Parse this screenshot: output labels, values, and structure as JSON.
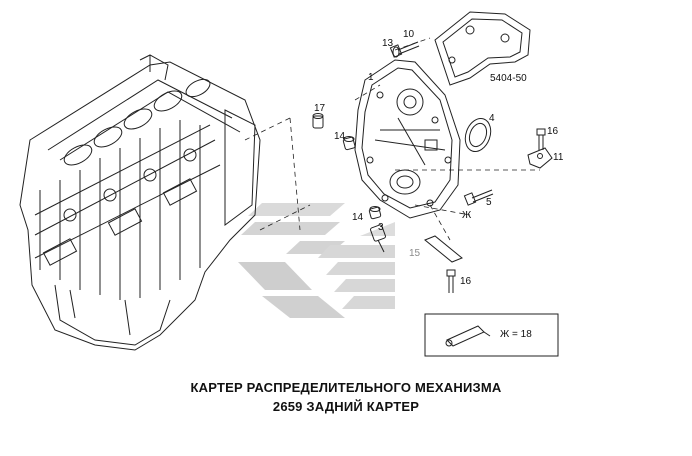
{
  "caption": {
    "line1": "КАРТЕР РАСПРЕДЕЛИТЕЛЬНОГО МЕХАНИЗМА",
    "line2": "2659 ЗАДНИЙ КАРТЕР"
  },
  "callouts": {
    "c1": "1",
    "c3": "3",
    "c4": "4",
    "c5": "5",
    "c10": "10",
    "c11": "11",
    "c13": "13",
    "c14a": "14",
    "c14b": "14",
    "c15": "15",
    "c16a": "16",
    "c16b": "16",
    "c17": "17",
    "ref": "5404-50",
    "star": "Ж",
    "legend": "Ж = 18"
  },
  "colors": {
    "line": "#222222",
    "watermark": "#d4d4d4",
    "watermark_dark": "#bdbdbd"
  }
}
